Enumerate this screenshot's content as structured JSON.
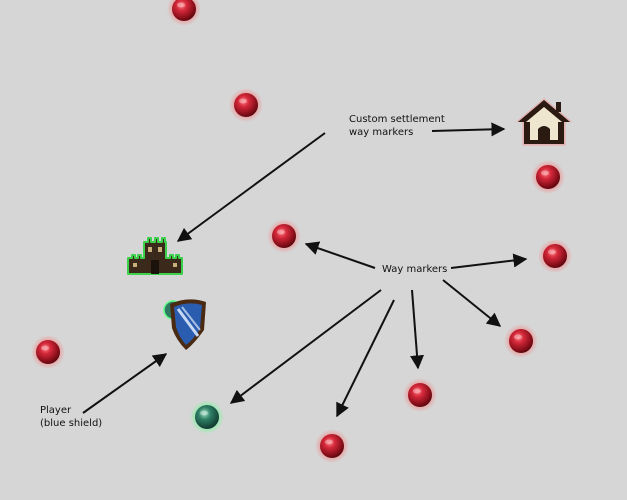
{
  "labels": {
    "custom_settlement": "Custom settlement\nway markers",
    "way_markers": "Way markers",
    "player": "Player\n(blue shield)"
  },
  "colors": {
    "background": "#d6d6d6",
    "red_marker": "#c0202b",
    "green_marker": "#2f7a63",
    "arrow": "#111111",
    "settlement_outline": "#3bd14a",
    "shield": "#2a5db0"
  },
  "icons": {
    "red_marker": "red-orb-icon",
    "green_marker": "green-orb-icon",
    "castle": "castle-settlement-icon",
    "house": "house-settlement-icon",
    "player": "blue-shield-icon"
  }
}
